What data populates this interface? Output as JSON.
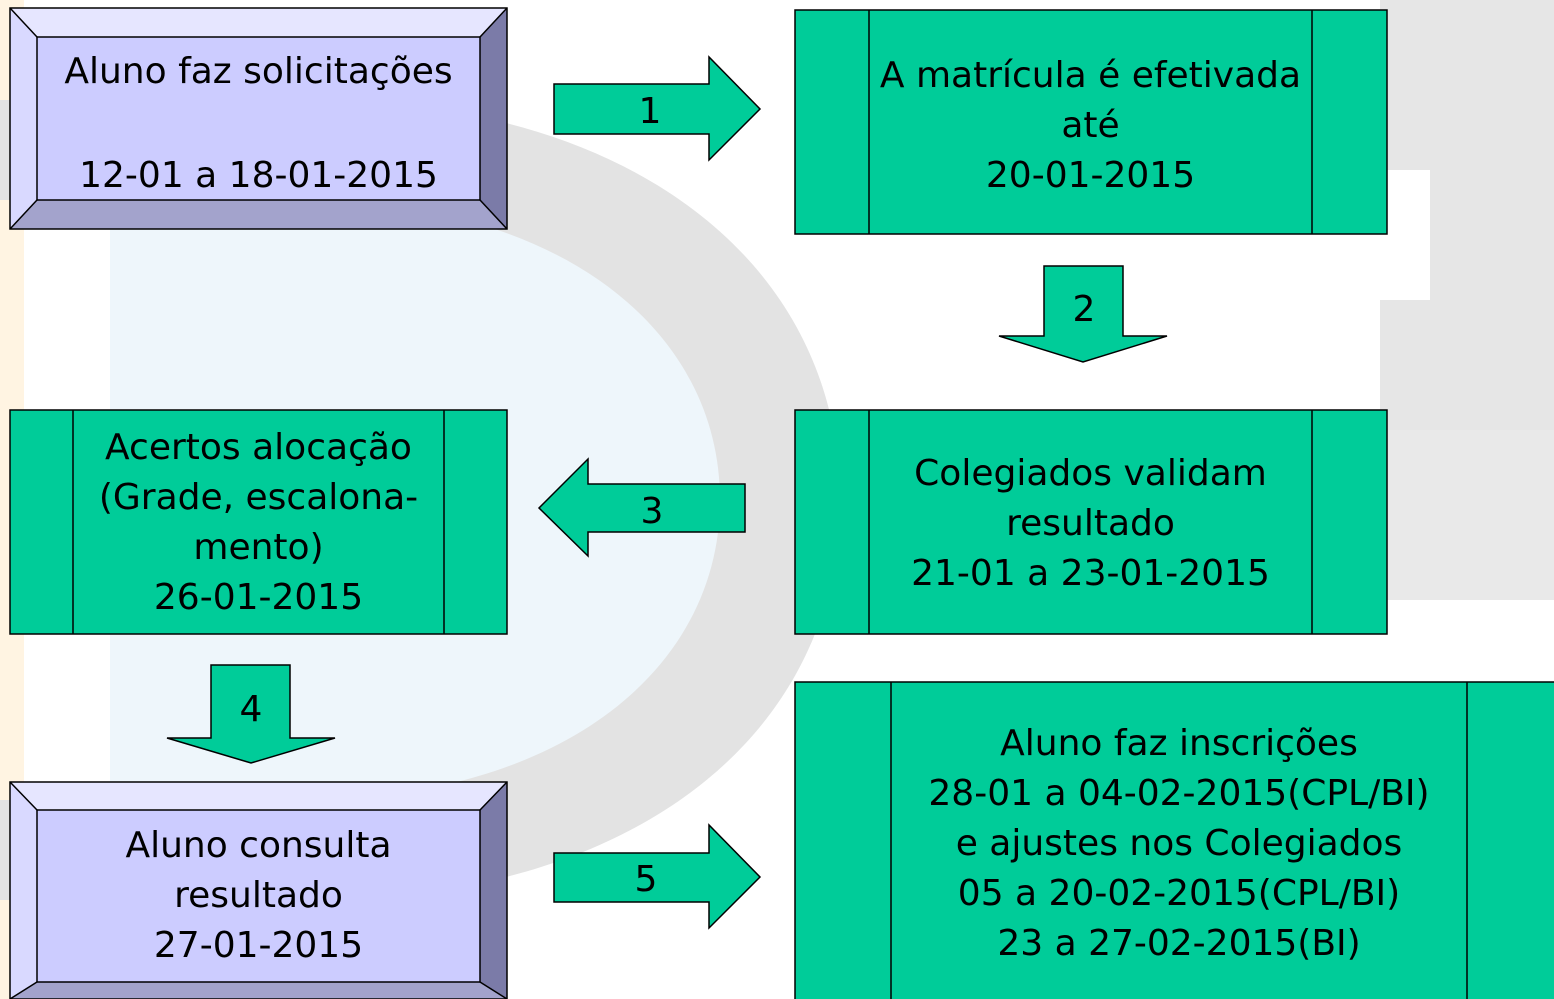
{
  "flow": {
    "box1": {
      "line1": "Aluno faz solicitações",
      "line2": "12-01 a 18-01-2015"
    },
    "box2": {
      "line1": "A matrícula é efetivada",
      "line2": "até",
      "line3": "20-01-2015"
    },
    "box3": {
      "line1": "Colegiados validam",
      "line2": "resultado",
      "line3": "21-01 a 23-01-2015"
    },
    "box4": {
      "line1": "Acertos alocação",
      "line2": "(Grade, escalona-",
      "line3": "mento)",
      "line4": "26-01-2015"
    },
    "box5": {
      "line1": "Aluno consulta",
      "line2": "resultado",
      "line3": "27-01-2015"
    },
    "box6": {
      "line1": "Aluno faz inscrições",
      "line2": "28-01 a 04-02-2015(CPL/BI)",
      "line3": "e ajustes nos Colegiados",
      "line4": "05 a 20-02-2015(CPL/BI)",
      "line5": "23 a 27-02-2015(BI)"
    },
    "arrows": [
      "1",
      "2",
      "3",
      "4",
      "5"
    ]
  },
  "colors": {
    "green": "#00cc99",
    "lavender": "#ccccff",
    "bevel_top": "#e6e6ff",
    "bevel_left": "#d9d9ff",
    "bevel_right": "#7b7ba8",
    "bevel_bottom": "#a3a3cc",
    "watermark": "#e0e0e0"
  }
}
